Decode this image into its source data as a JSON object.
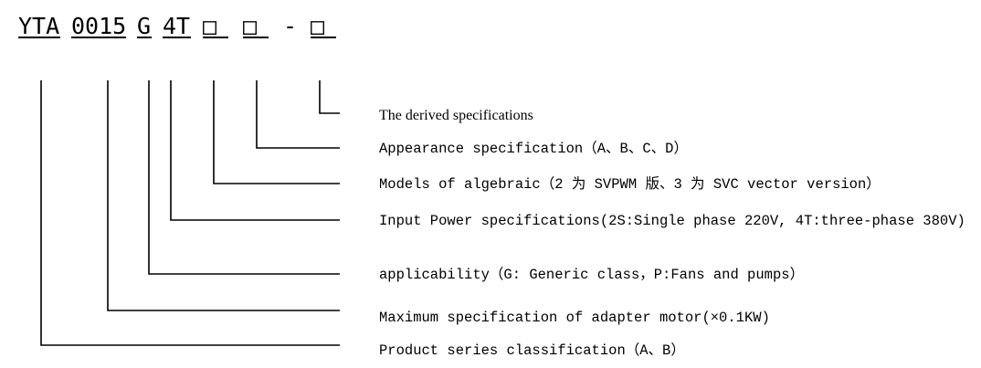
{
  "code": {
    "series": "YTA",
    "power": "0015",
    "applicability": "G",
    "input": "4T",
    "algebraic": "□",
    "appearance": "□",
    "dash": "-",
    "derived": "□"
  },
  "labels": {
    "derived": "The derived specifications",
    "appearance": "Appearance specification（A、B、C、D）",
    "algebraic": "Models of algebraic（2 为 SVPWM 版、3 为 SVC  vector version）",
    "input": "Input Power specifications(2S:Single phase 220V,  4T:three-phase 380V)",
    "applicability": "applicability（G: Generic class，P:Fans and pumps）",
    "power": "Maximum specification of adapter motor(×0.1KW)",
    "series": "Product series classification（A、B）"
  }
}
